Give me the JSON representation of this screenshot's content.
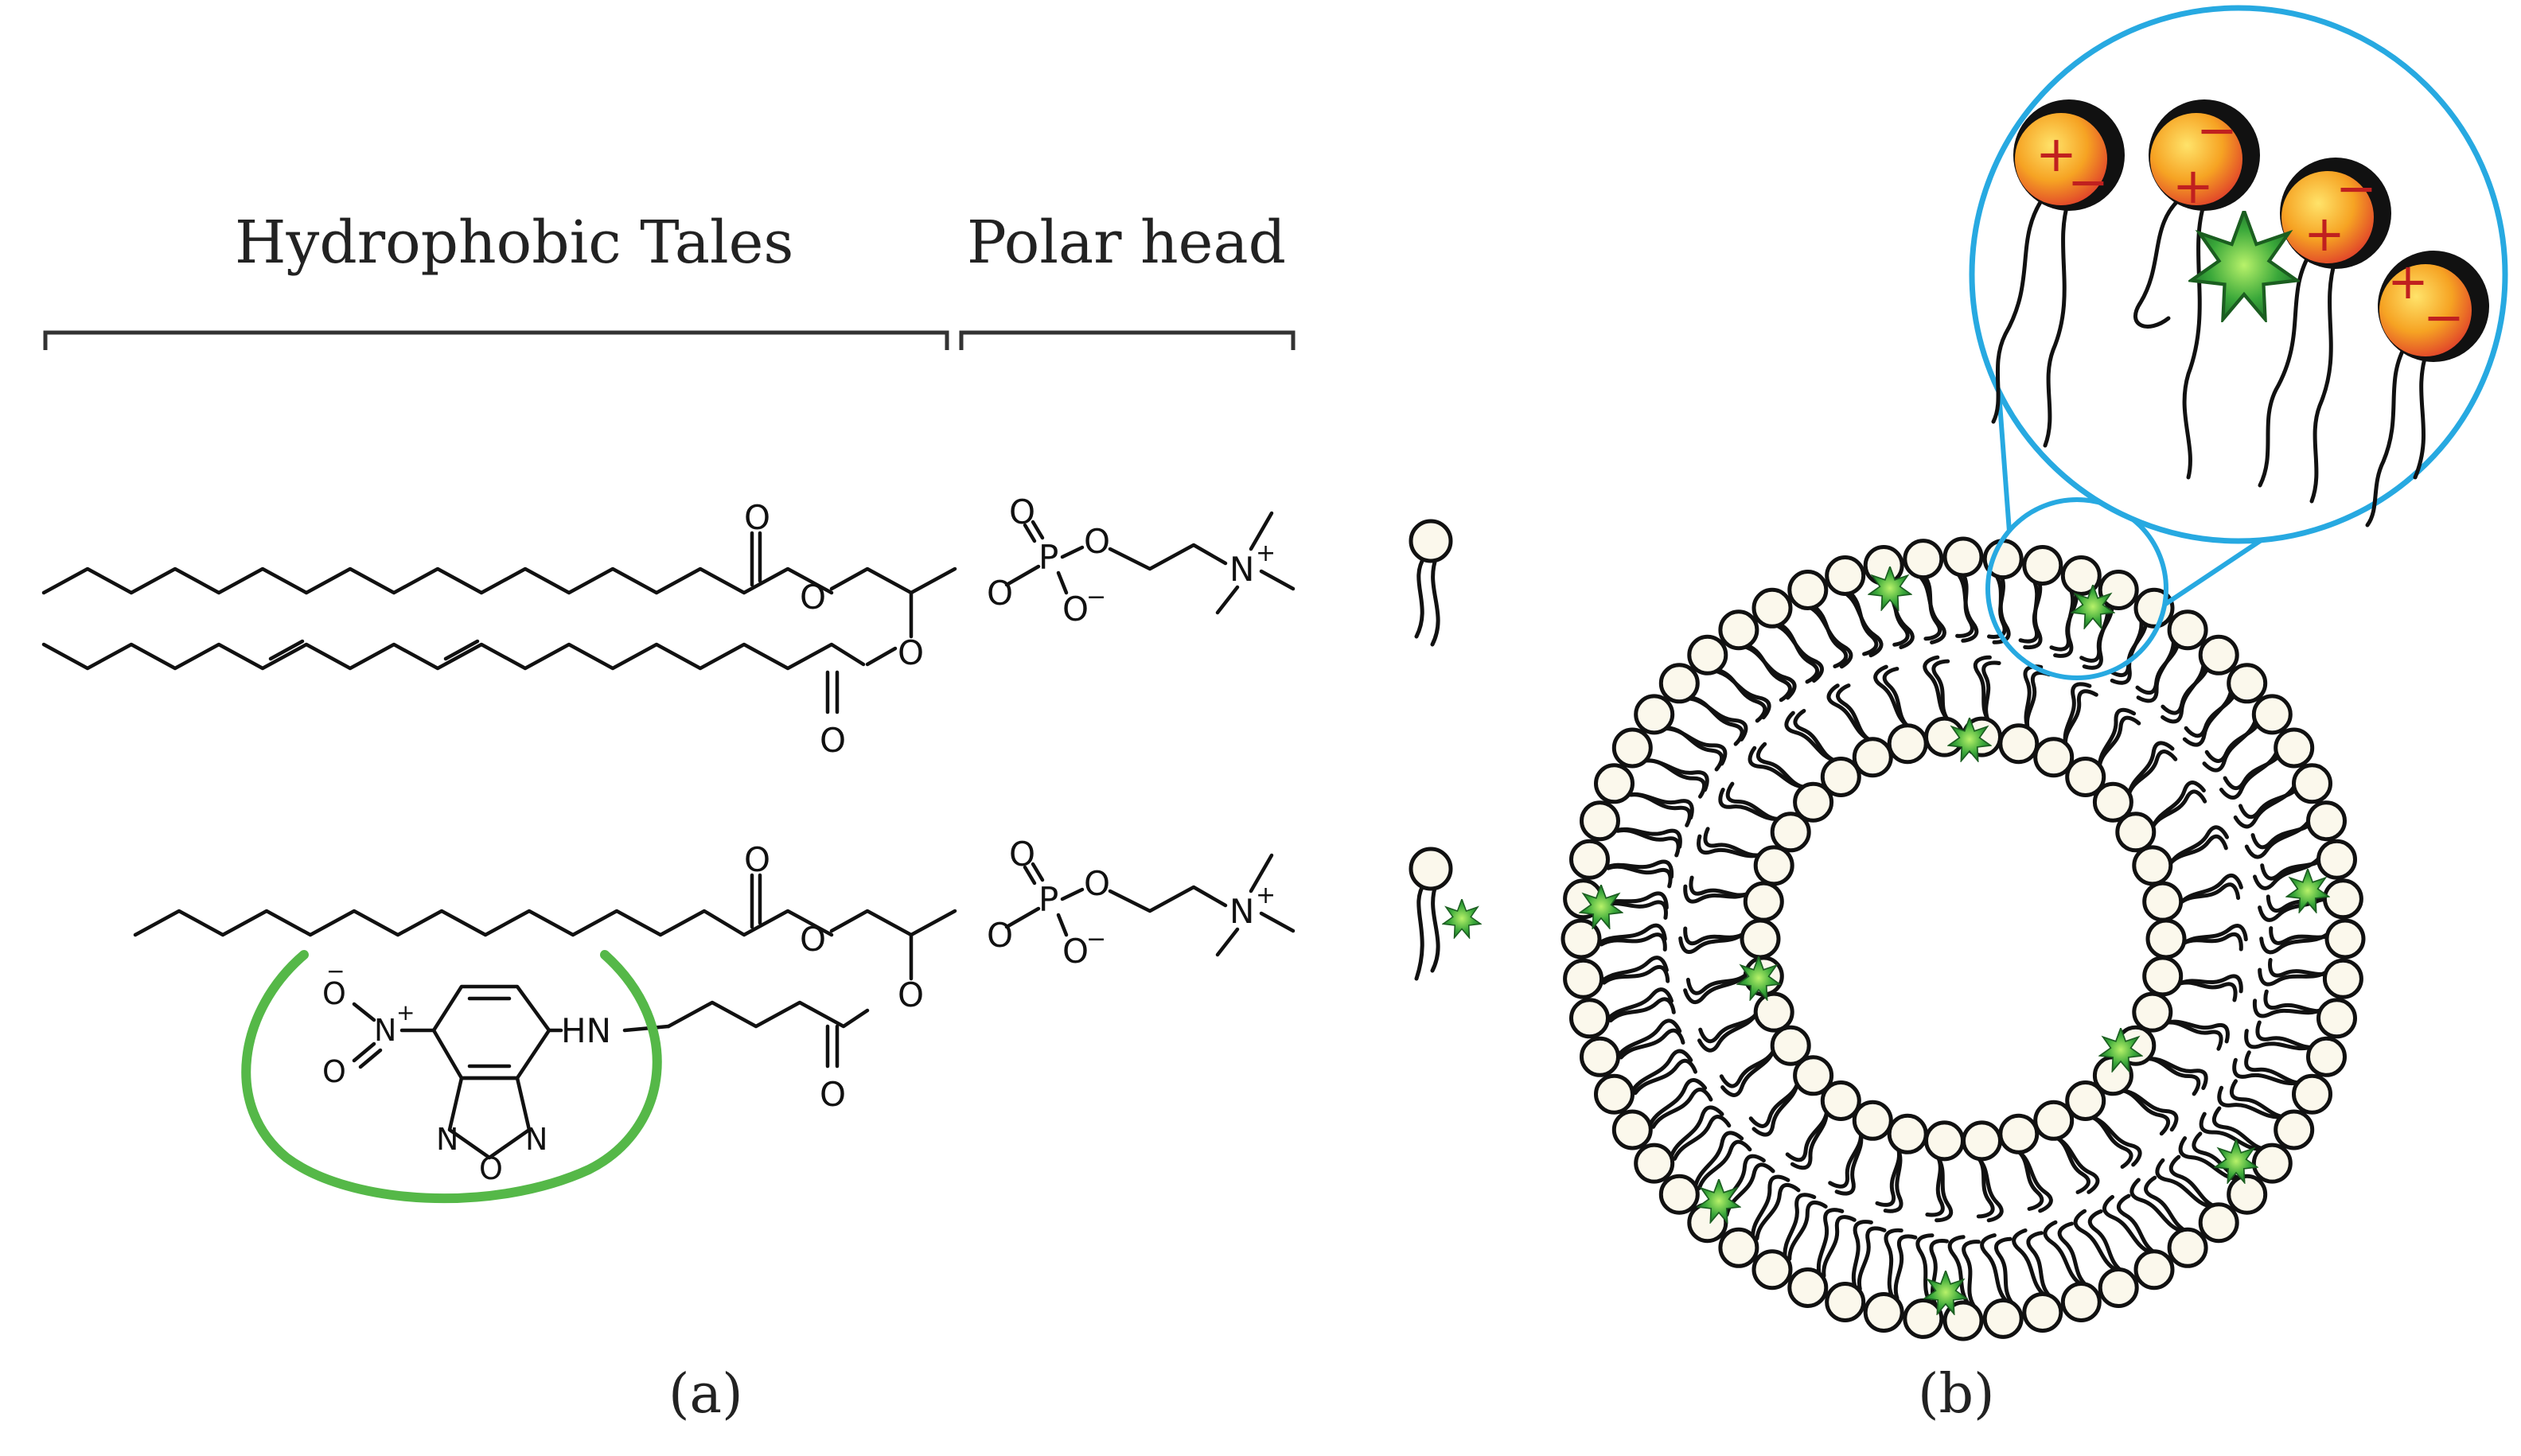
{
  "labels": {
    "hydrophobic": "Hydrophobic  Tales",
    "polar": "Polar head",
    "panel_a": "(a)",
    "panel_b": "(b)"
  },
  "atoms": {
    "O": "O",
    "P": "P",
    "N": "N",
    "HN": "HN",
    "plus": "+",
    "minus": "−"
  },
  "colors": {
    "green_loop": "#55b848",
    "probe_green": "#2e9a3a",
    "zoom_blue": "#27a9e1",
    "head_orange": "#f39c12",
    "charge_red": "#c0201f"
  }
}
